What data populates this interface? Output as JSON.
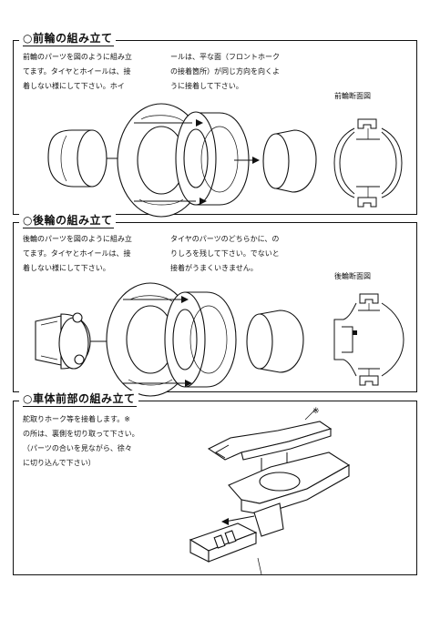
{
  "front": {
    "title": "○前輪の組み立て",
    "text_left": [
      "前輪のパーツを図のように組み立",
      "てます。タイヤとホイールは、接",
      "着しない様にして下さい。ホイ"
    ],
    "text_right": [
      "ールは、平な面（フロントホーク",
      "の接着箇所）が同じ方向を向くよ",
      "うに接着して下さい。"
    ],
    "section_label": "前輪断面図"
  },
  "rear": {
    "title": "○後輪の組み立て",
    "text_left": [
      "後輪のパーツを図のように組み立",
      "てます。タイヤとホイールは、接",
      "着しない様にして下さい。"
    ],
    "text_right": [
      "タイヤのパーツのどちらかに、の",
      "りしろを残して下さい。でないと",
      "接着がうまくいきません。"
    ],
    "section_label": "後輪断面図"
  },
  "body": {
    "title": "○車体前部の組み立て",
    "text": [
      "舵取りホーク等を接着します。※",
      "の所は、裏側を切り取って下さい。",
      "（パーツの合いを見ながら、徐々",
      "に切り込んで下さい）"
    ],
    "mark": "※"
  },
  "colors": {
    "ink": "#111111",
    "paper": "#ffffff"
  },
  "icons": [
    "hub-part",
    "tire-part",
    "wheel-part",
    "cap-part",
    "section-diagram",
    "body-assembly"
  ]
}
